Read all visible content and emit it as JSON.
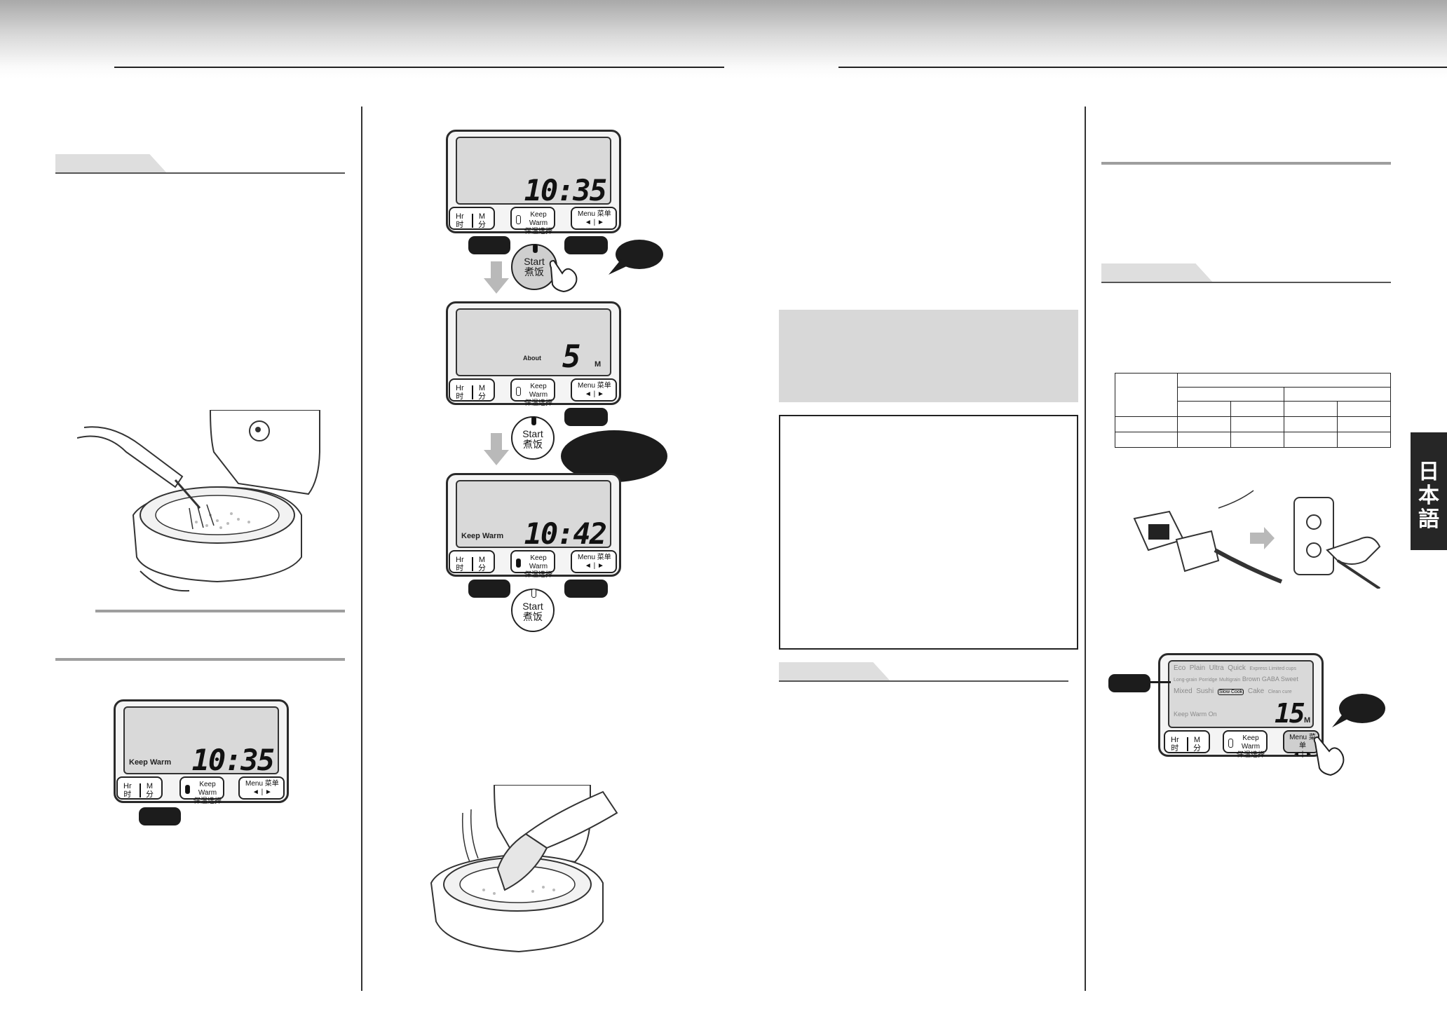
{
  "lcd_panels": [
    {
      "time": "10:35",
      "status": "",
      "unit": ""
    },
    {
      "time": "5",
      "status": "About",
      "unit": "M"
    },
    {
      "time": "10:42",
      "status": "Keep Warm",
      "unit": ""
    },
    {
      "time": "10:35",
      "status": "Keep Warm",
      "unit": ""
    }
  ],
  "buttons": {
    "hr": "Hr",
    "hr_cn": "时",
    "m": "M",
    "m_cn": "分",
    "keep_warm": "Keep Warm",
    "keep_warm_cn": "保温选择",
    "menu": "Menu 菜单",
    "menu_arrows": "◄ | ►",
    "start": "Start",
    "start_cn": "煮饭"
  },
  "menu_display": {
    "row1": [
      "Eco",
      "Plain",
      "Ultra",
      "Quick",
      "Express Limited cups"
    ],
    "row2": [
      "Long-grain",
      "Porridge",
      "Multigrain",
      "Brown",
      "GABA",
      "Sweet"
    ],
    "row3": [
      "Mixed",
      "Sushi",
      "Slow Cook",
      "Cake",
      "Clean cure"
    ],
    "keep_warm_on": "Keep Warm On",
    "time": "15",
    "unit": "M"
  },
  "language_tab": "日本語",
  "colors": {
    "dark": "#1c1c1c",
    "lcd": "#d9d9d9",
    "tab": "#dedede",
    "rule": "#9e9e9e"
  }
}
